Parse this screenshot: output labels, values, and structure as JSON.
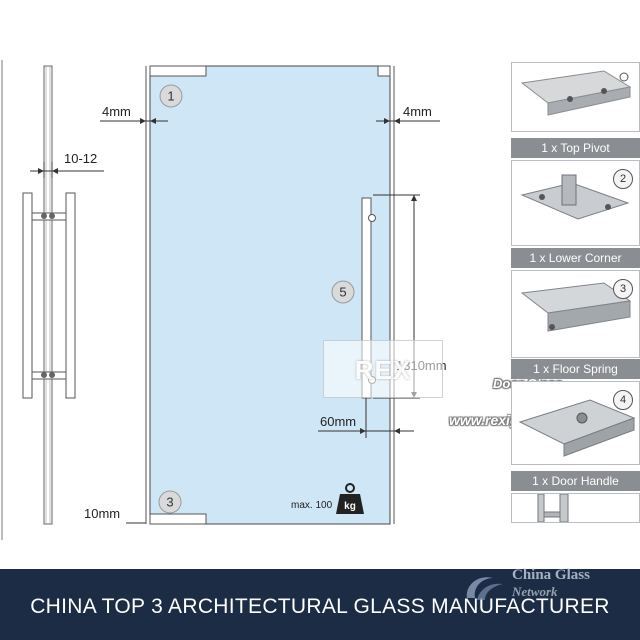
{
  "dimensions": {
    "left_gap": "4mm",
    "right_gap": "4mm",
    "glass_thickness": "10-12",
    "handle_length": "1310mm",
    "handle_offset": "60mm",
    "bottom_gap": "10mm"
  },
  "markers": [
    "1",
    "3",
    "5"
  ],
  "weight": {
    "label": "max. 100",
    "unit": "kg"
  },
  "watermark": {
    "logo": "REX",
    "door_glass": "Door Glass",
    "website": "www.rexiglass.com"
  },
  "catalog": [
    {
      "label": "1 x Top Pivot",
      "number": "2"
    },
    {
      "label": "1 x Lower Corner",
      "number": "3"
    },
    {
      "label": "1 x Floor Spring",
      "number": "4"
    },
    {
      "label": "1 x Door Handle",
      "number": ""
    }
  ],
  "banner": {
    "text": "CHINA TOP 3 ARCHITECTURAL GLASS MANUFACTURER",
    "brand": "China Glass",
    "brand_sub": "Network"
  },
  "colors": {
    "glass": "#cfe6f7",
    "banner": "#1b2c44",
    "label_bar": "#8a8d91",
    "line": "#333333"
  }
}
